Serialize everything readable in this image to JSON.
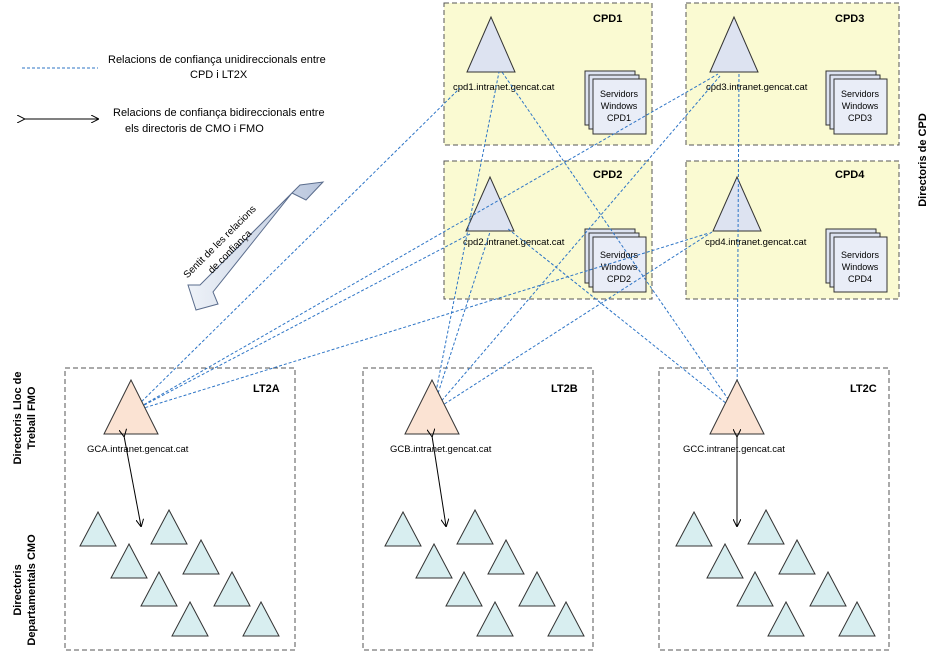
{
  "legend": {
    "unidirectional_line1": "Relacions de confiança unidireccionals entre",
    "unidirectional_line2": "CPD i LT2X",
    "bidirectional_line1": "Relacions de confiança bidireccionals entre",
    "bidirectional_line2": "els directoris de CMO i FMO"
  },
  "direction_arrow": {
    "line1": "Sentit de les relacions",
    "line2": "de confiança"
  },
  "side_labels": {
    "cpd": "Directoris de CPD",
    "fmo_line1": "Directoris Lloc de",
    "fmo_line2": "Treball FMO",
    "cmo_line1": "Directoris",
    "cmo_line2": "Departamentals CMO"
  },
  "cpd_boxes": [
    {
      "title": "CPD1",
      "domain": "cpd1.intranet.gencat.cat",
      "servers": [
        "Servidors",
        "Windows",
        "CPD1"
      ]
    },
    {
      "title": "CPD2",
      "domain": "cpd2.intranet.gencat.cat",
      "servers": [
        "Servidors",
        "Windows",
        "CPD2"
      ]
    },
    {
      "title": "CPD3",
      "domain": "cpd3.intranet.gencat.cat",
      "servers": [
        "Servidors",
        "Windows",
        "CPD3"
      ]
    },
    {
      "title": "CPD4",
      "domain": "cpd4.intranet.gencat.cat",
      "servers": [
        "Servidors",
        "Windows",
        "CPD4"
      ]
    }
  ],
  "lt2_boxes": [
    {
      "title": "LT2A",
      "domain": "GCA.intranet.gencat.cat"
    },
    {
      "title": "LT2B",
      "domain": "GCB.intranet.gencat.cat"
    },
    {
      "title": "LT2C",
      "domain": "GCC.intranet.gencat.cat"
    }
  ],
  "colors": {
    "cpd_fill": "#fafad2",
    "cpd_triangle": "#dde3f1",
    "fmo_triangle": "#fbe3d3",
    "cmo_triangle": "#d8eef0",
    "dashed_line": "#2e75c6"
  }
}
